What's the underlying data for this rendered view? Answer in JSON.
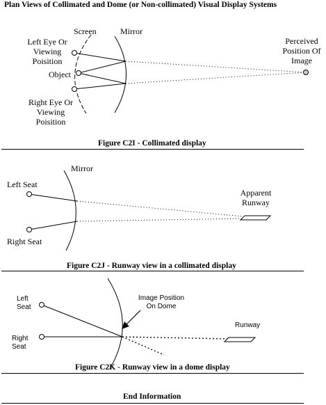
{
  "page_title": "Plan Views of Collimated and Dome (or Non-collimated) Visual Display Systems",
  "fig_c2i": {
    "screen_label": "Screen",
    "mirror_label": "Mirror",
    "left_eye_label": [
      "Left Eye Or",
      "Viewing",
      "Poisition"
    ],
    "object_label": "Object",
    "right_eye_label": [
      "Right Eye Or",
      "Viewing",
      "Poisition"
    ],
    "perceived_label": [
      "Perceived",
      "Position Of",
      "Image"
    ],
    "caption": "Figure C2I - Collimated display"
  },
  "fig_c2j": {
    "mirror_label": "Mirror",
    "left_seat_label": "Left Seat",
    "right_seat_label": "Right Seat",
    "runway_label": [
      "Apparent",
      "Runway"
    ],
    "caption": "Figure C2J - Runway view in a collimated display"
  },
  "fig_c2k": {
    "left_seat_label": [
      "Left",
      "Seat"
    ],
    "right_seat_label": [
      "Right",
      "Seat"
    ],
    "image_position_label": [
      "Image Position",
      "On Dome"
    ],
    "runway_label": "Runway",
    "caption": "Figure C2K - Runway view in a dome display"
  },
  "footer": "End Information"
}
